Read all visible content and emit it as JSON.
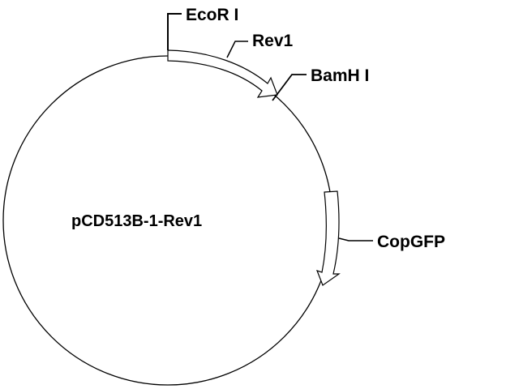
{
  "plasmid": {
    "name": "pCD513B-1-Rev1",
    "backbone_color": "#000000",
    "feature_fill": "#ffffff"
  },
  "sites": [
    {
      "label": "EcoR I"
    },
    {
      "label": "BamH I"
    }
  ],
  "features": [
    {
      "label": "Rev1",
      "direction": "clockwise"
    },
    {
      "label": "CopGFP",
      "direction": "clockwise"
    }
  ]
}
